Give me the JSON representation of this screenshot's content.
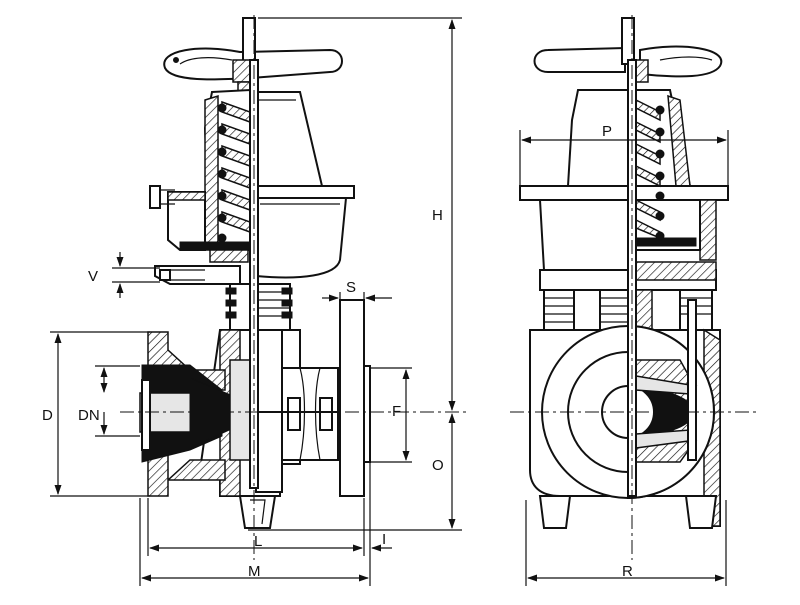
{
  "drawing": {
    "dimension_labels": {
      "D": "D",
      "DN": "DN",
      "V": "V",
      "S": "S",
      "F": "F",
      "H": "H",
      "O": "O",
      "L": "L",
      "I": "I",
      "M": "M",
      "P": "P",
      "R": "R"
    }
  }
}
